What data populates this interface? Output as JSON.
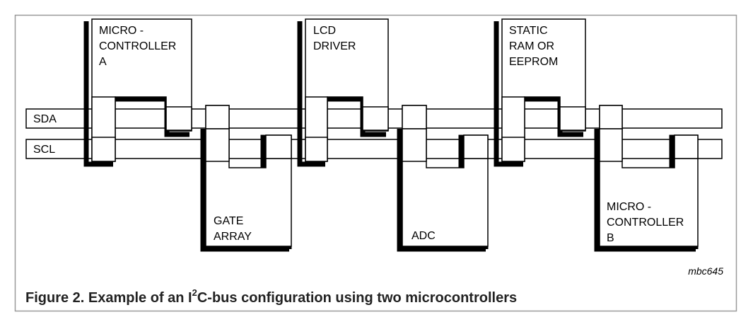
{
  "figure": {
    "caption": {
      "prefix": "Figure 2.  Example of an I",
      "superscript": "2",
      "suffix": "C-bus configuration using two microcontrollers"
    },
    "code": "mbc645"
  },
  "buses": {
    "sda_label": "SDA",
    "scl_label": "SCL"
  },
  "devices": {
    "micro_a": [
      "MICRO -",
      "CONTROLLER",
      "A"
    ],
    "lcd": [
      "LCD",
      "DRIVER"
    ],
    "sram": [
      "STATIC",
      "RAM OR",
      "EEPROM"
    ],
    "gate_array": [
      "GATE",
      "ARRAY"
    ],
    "adc": [
      "ADC"
    ],
    "micro_b": [
      "MICRO -",
      "CONTROLLER",
      "B"
    ]
  }
}
